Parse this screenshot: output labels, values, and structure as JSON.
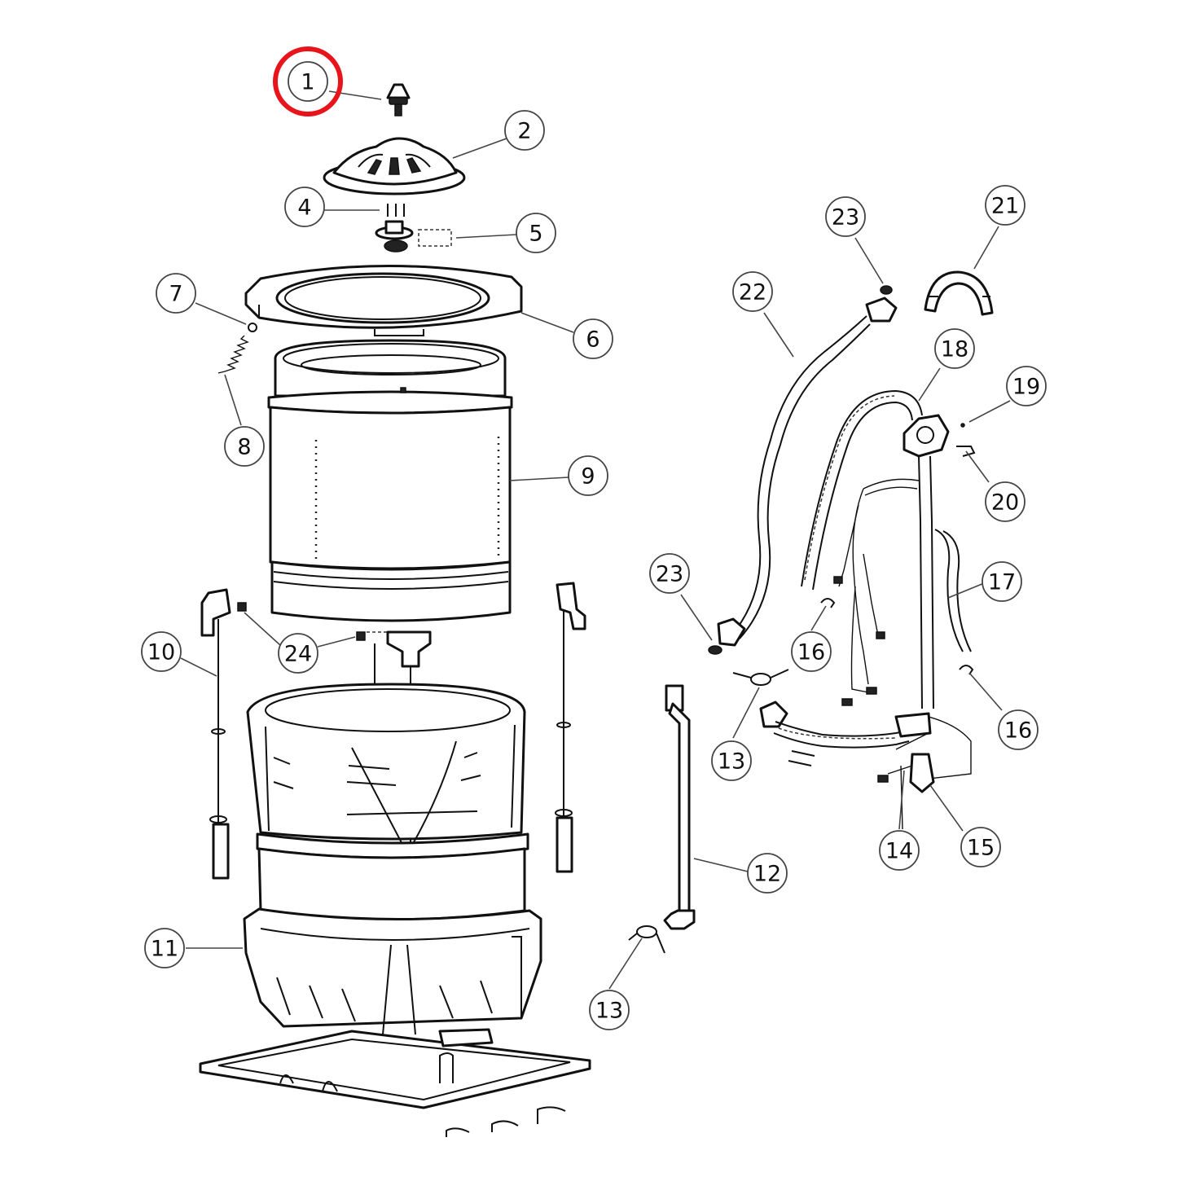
{
  "callouts": [
    {
      "id": "1",
      "label": "1"
    },
    {
      "id": "2",
      "label": "2"
    },
    {
      "id": "4",
      "label": "4"
    },
    {
      "id": "5",
      "label": "5"
    },
    {
      "id": "7",
      "label": "7"
    },
    {
      "id": "6",
      "label": "6"
    },
    {
      "id": "8",
      "label": "8"
    },
    {
      "id": "9",
      "label": "9"
    },
    {
      "id": "10",
      "label": "10"
    },
    {
      "id": "24",
      "label": "24"
    },
    {
      "id": "11",
      "label": "11"
    },
    {
      "id": "12",
      "label": "12"
    },
    {
      "id": "13a",
      "label": "13"
    },
    {
      "id": "13b",
      "label": "13"
    },
    {
      "id": "14",
      "label": "14"
    },
    {
      "id": "15",
      "label": "15"
    },
    {
      "id": "16a",
      "label": "16"
    },
    {
      "id": "16b",
      "label": "16"
    },
    {
      "id": "17",
      "label": "17"
    },
    {
      "id": "18",
      "label": "18"
    },
    {
      "id": "19",
      "label": "19"
    },
    {
      "id": "20",
      "label": "20"
    },
    {
      "id": "21",
      "label": "21"
    },
    {
      "id": "22",
      "label": "22"
    },
    {
      "id": "23a",
      "label": "23"
    },
    {
      "id": "23b",
      "label": "23"
    }
  ],
  "highlight": {
    "target": "1",
    "color": "#e8141b"
  },
  "line_color": "#111111"
}
